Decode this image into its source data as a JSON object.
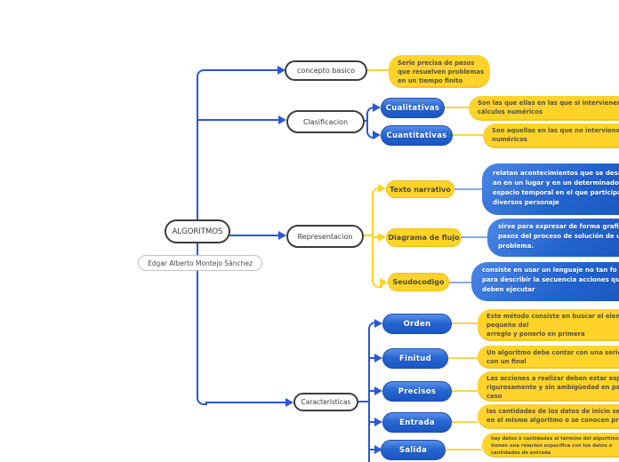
{
  "root": {
    "label": "ALGORITMOS"
  },
  "author": {
    "label": "Edgar Alberto Montejo Sánchez"
  },
  "concepto": {
    "label": "concepto basico",
    "note": "Serie precisa de pasos\nque resuelven problemas\nen un tiempo finito"
  },
  "clasificacion": {
    "label": "Clasificacion",
    "cualitativas": {
      "label": "Cualitativas",
      "note": "Son las que ellas en las que si intervienen\ncálculos numéricos"
    },
    "cuantitativas": {
      "label": "Cuantitativas",
      "note": "Son aquellas en las que no intervienen cál\nnuméricos"
    }
  },
  "representacion": {
    "label": "Representacion",
    "texto_narrativo": {
      "label": "Texto narrativo",
      "note": "relatan acontecimientos que se desa\nan en un lugar y en un determinado\nespacio temporal en el que participa\ndiversos personaje"
    },
    "diagrama_flujo": {
      "label": "Diagrama de flujo",
      "note": "sirve para expresar de forma grafi\npasos del proceso de solución de u\nproblema."
    },
    "seudocodigo": {
      "label": "Seudocodigo",
      "note": "consiste en usar un lenguaje no tan fo\npara describir la secuencia acciones qu\ndeben ejecutar"
    }
  },
  "caracteristicas": {
    "label": "Caracteristicas",
    "orden": {
      "label": "Orden",
      "note": "Este método consiste en buscar el elemen\npequeño del\narreglo y ponerlo en primera"
    },
    "finitud": {
      "label": "Finitud",
      "note": "Un algoritmo debe contar con una serie d\ncon un final"
    },
    "precisos": {
      "label": "Precisos",
      "note": "Las acciones a realizar deben estar especi\nrigurosamente y sin ambigüedad en para\ncaso"
    },
    "entrada": {
      "label": "Entrada",
      "note": "las cantidades de los datos de inicio se ge\nen el mismo algoritmo o se conocen previ"
    },
    "salida": {
      "label": "Salida",
      "note": "hay datos o cantidades al término del algoritmo que\ntienen una relación específica con los datos o\ncantidades de entrada"
    }
  },
  "colors": {
    "branch_blue": "#2a58d6",
    "branch_yellow": "#ffd226",
    "node_blue": "#2265cf",
    "node_yellow": "#ffd32a",
    "pale_yellow_connector": "#f8d44e",
    "light_blue_connector": "#85aee2",
    "white_node_border": "#3d3d3d"
  }
}
